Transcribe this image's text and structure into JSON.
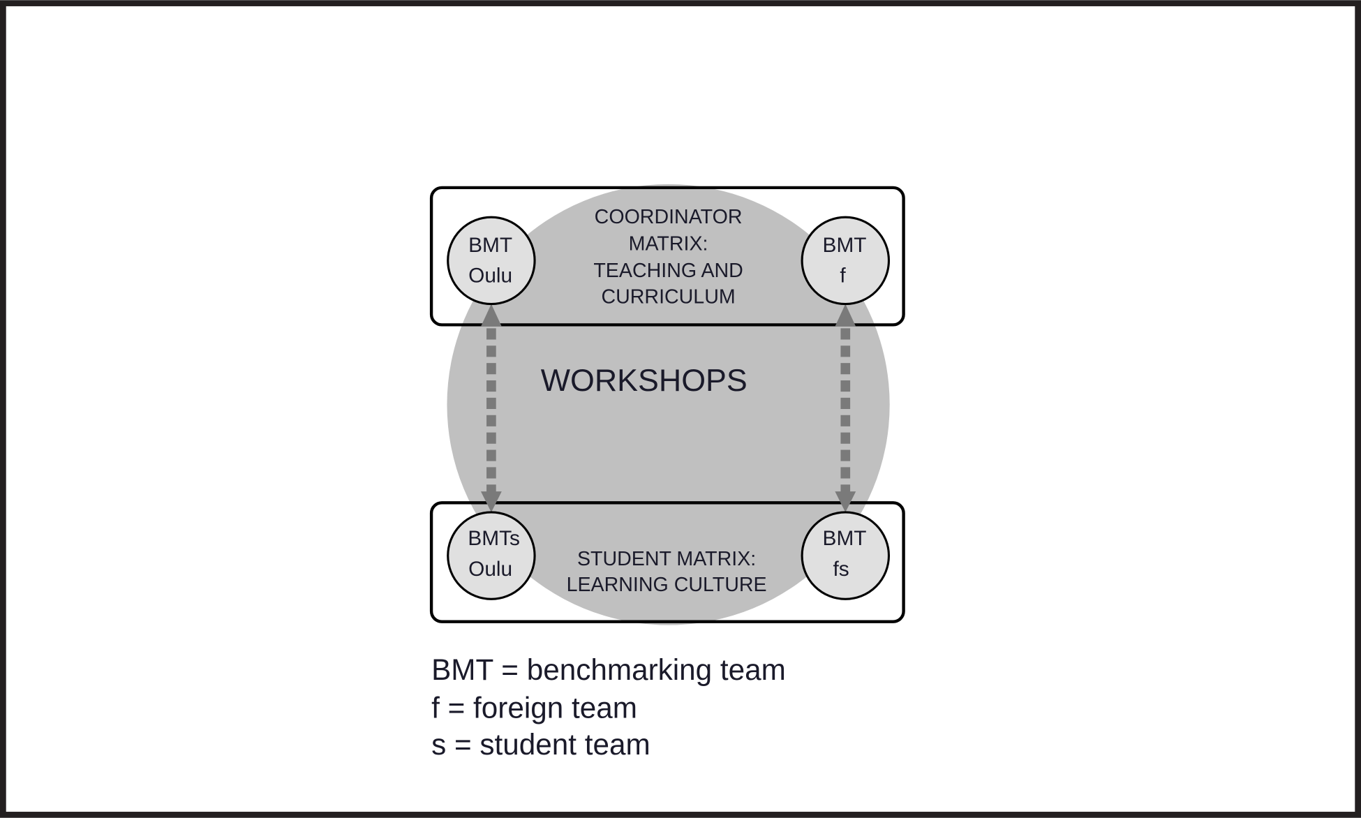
{
  "diagram": {
    "center_label": "WORKSHOPS",
    "top_box": {
      "lines": [
        "COORDINATOR",
        "MATRIX:",
        "TEACHING AND",
        "CURRICULUM"
      ]
    },
    "bottom_box": {
      "lines": [
        "STUDENT MATRIX:",
        "LEARNING CULTURE"
      ]
    },
    "nodes": [
      {
        "lines": [
          "BMT",
          "Oulu"
        ]
      },
      {
        "lines": [
          "BMT",
          "f"
        ]
      },
      {
        "lines": [
          "BMTs",
          "Oulu"
        ]
      },
      {
        "lines": [
          "BMT",
          "fs"
        ]
      }
    ],
    "legend": [
      "BMT = benchmarking team",
      "f = foreign team",
      "s = student team"
    ],
    "colors": {
      "big_circle": "#c0c0c0",
      "node_fill": "#e0e0e0",
      "arrow": "#7a7a7a",
      "border": "#231f20"
    }
  }
}
